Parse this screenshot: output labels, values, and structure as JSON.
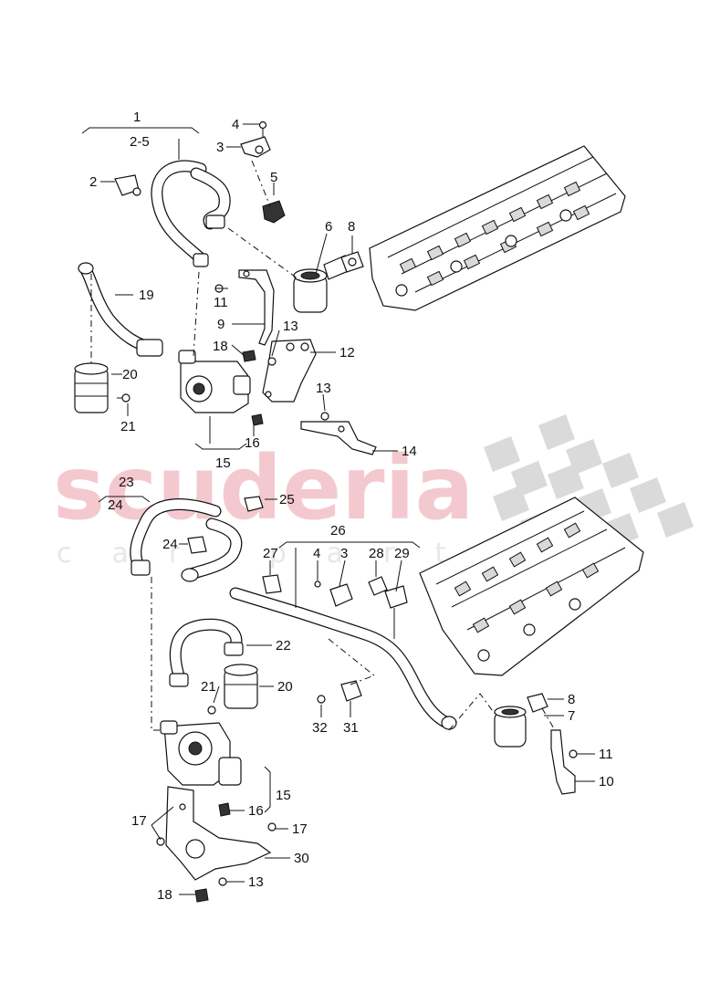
{
  "watermark": {
    "brand": "scuderia",
    "sub": "car parts"
  },
  "labels": {
    "l1": "1",
    "l2_5": "2-5",
    "l2": "2",
    "l3a": "3",
    "l4a": "4",
    "l5": "5",
    "l6": "6",
    "l8a": "8",
    "l11a": "11",
    "l9": "9",
    "l13a": "13",
    "l12": "12",
    "l18a": "18",
    "l19": "19",
    "l20a": "20",
    "l21a": "21",
    "l13b": "13",
    "l16a": "16",
    "l14": "14",
    "l15a": "15",
    "l23": "23",
    "l24a": "24",
    "l25": "25",
    "l24b": "24",
    "l26": "26",
    "l27": "27",
    "l4b": "4",
    "l3b": "3",
    "l28": "28",
    "l29": "29",
    "l22": "22",
    "l21b": "21",
    "l20b": "20",
    "l32": "32",
    "l31": "31",
    "l8b": "8",
    "l7": "7",
    "l11b": "11",
    "l10": "10",
    "l15b": "15",
    "l16b": "16",
    "l17a": "17",
    "l17b": "17",
    "l30": "30",
    "l13c": "13",
    "l18b": "18"
  },
  "colors": {
    "line": "#111111",
    "watermark": "#f3c9cf",
    "checker": "#d8d8d8"
  }
}
